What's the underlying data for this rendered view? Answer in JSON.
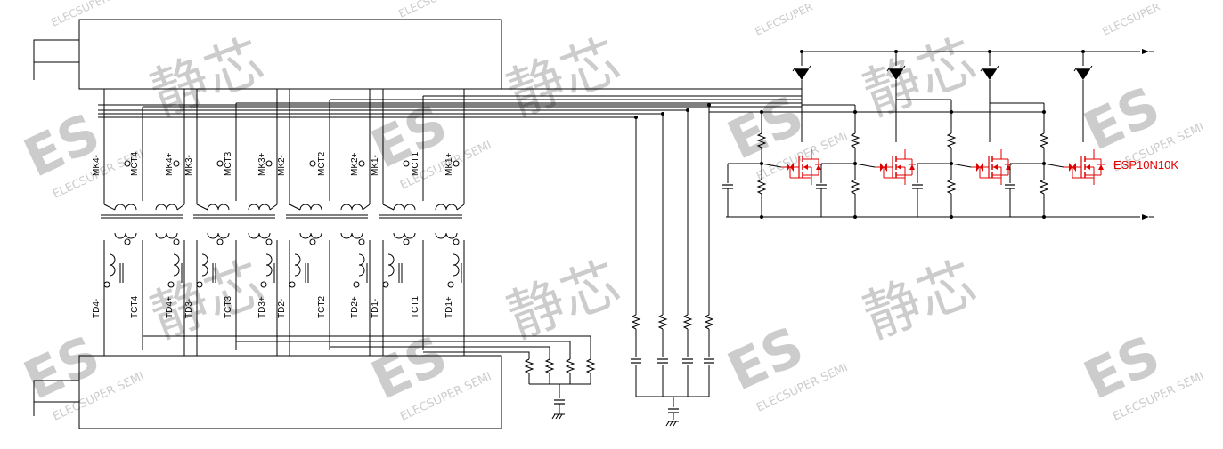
{
  "diagram": {
    "upper_pins": [
      "MK4-",
      "MCT4",
      "MK4+",
      "MK3-",
      "MCT3",
      "MK3+",
      "MK2-",
      "MCT2",
      "MK2+",
      "MK1-",
      "MCT1",
      "MK1+"
    ],
    "lower_pins": [
      "TD4-",
      "TCT4",
      "TD4+",
      "TD3-",
      "TCT3",
      "TD3+",
      "TD2-",
      "TCT2",
      "TD2+",
      "TD1-",
      "TCT1",
      "TD1+"
    ],
    "part_label": "ESP10N10K"
  },
  "watermark": {
    "brand": "ELECSUPER",
    "logo_text": "ES",
    "semi_text": "ELECSUPER SEMI",
    "chinese": "静芯"
  },
  "colors": {
    "line": "#000000",
    "accent": "#e00000",
    "watermark": "#cccccc"
  }
}
